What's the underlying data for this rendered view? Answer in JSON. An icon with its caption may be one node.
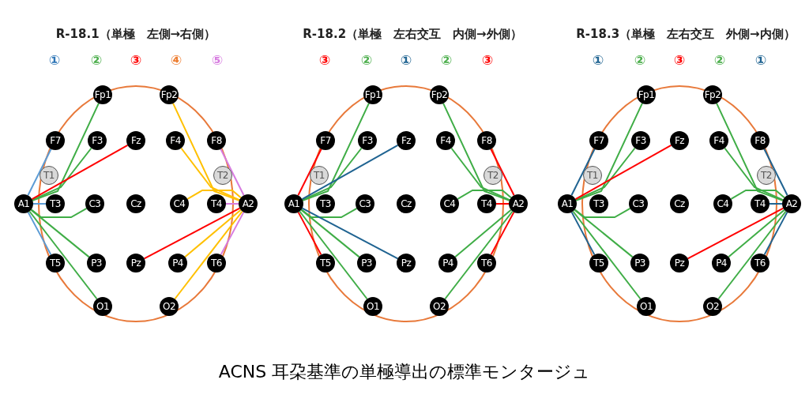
{
  "diagram": {
    "caption": "ACNS 耳朶基準の単極導出の標準モンタージュ",
    "nodes": [
      {
        "text": [
          "Fp1"
        ]
      },
      {
        "text": [
          "Fp2"
        ]
      },
      {
        "text": [
          "F7"
        ]
      },
      {
        "text": [
          "F3"
        ]
      },
      {
        "text": [
          "Fz"
        ]
      },
      {
        "text": [
          "F4"
        ]
      },
      {
        "text": [
          "F8"
        ]
      },
      {
        "text": [
          "T1"
        ]
      },
      {
        "text": [
          "T2"
        ]
      },
      {
        "text": [
          "A1"
        ]
      },
      {
        "text": [
          "T3"
        ]
      },
      {
        "text": [
          "C3"
        ]
      },
      {
        "text": [
          "Cz"
        ]
      },
      {
        "text": [
          "C4"
        ]
      },
      {
        "text": [
          "T4"
        ]
      },
      {
        "text": [
          "A2"
        ]
      },
      {
        "text": [
          "T5"
        ]
      },
      {
        "text": [
          "P3"
        ]
      },
      {
        "text": [
          "Pz"
        ]
      },
      {
        "text": [
          "P4"
        ]
      },
      {
        "text": [
          "T6"
        ]
      },
      {
        "text": [
          "O1"
        ]
      },
      {
        "text": [
          "O2"
        ]
      },
      {
        "text": [
          "Fp1"
        ]
      },
      {
        "text": [
          "Fp2"
        ]
      },
      {
        "text": [
          "F7"
        ]
      },
      {
        "text": [
          "F3"
        ]
      },
      {
        "text": [
          "Fz"
        ]
      },
      {
        "text": [
          "F4"
        ]
      },
      {
        "text": [
          "F8"
        ]
      },
      {
        "text": [
          "T1"
        ]
      },
      {
        "text": [
          "T2"
        ]
      },
      {
        "text": [
          "A1"
        ]
      },
      {
        "text": [
          "T3"
        ]
      },
      {
        "text": [
          "C3"
        ]
      },
      {
        "text": [
          "Cz"
        ]
      },
      {
        "text": [
          "C4"
        ]
      },
      {
        "text": [
          "T4"
        ]
      },
      {
        "text": [
          "A2"
        ]
      },
      {
        "text": [
          "T5"
        ]
      },
      {
        "text": [
          "P3"
        ]
      },
      {
        "text": [
          "Pz"
        ]
      },
      {
        "text": [
          "P4"
        ]
      },
      {
        "text": [
          "T6"
        ]
      },
      {
        "text": [
          "O1"
        ]
      },
      {
        "text": [
          "O2"
        ]
      },
      {
        "text": [
          "Fp1"
        ]
      },
      {
        "text": [
          "Fp2"
        ]
      },
      {
        "text": [
          "F7"
        ]
      },
      {
        "text": [
          "F3"
        ]
      },
      {
        "text": [
          "Fz"
        ]
      },
      {
        "text": [
          "F4"
        ]
      },
      {
        "text": [
          "F8"
        ]
      },
      {
        "text": [
          "T1"
        ]
      },
      {
        "text": [
          "T2"
        ]
      },
      {
        "text": [
          "A1"
        ]
      },
      {
        "text": [
          "T3"
        ]
      },
      {
        "text": [
          "C3"
        ]
      },
      {
        "text": [
          "Cz"
        ]
      },
      {
        "text": [
          "C4"
        ]
      },
      {
        "text": [
          "T4"
        ]
      },
      {
        "text": [
          "A2"
        ]
      },
      {
        "text": [
          "T5"
        ]
      },
      {
        "text": [
          "P3"
        ]
      },
      {
        "text": [
          "Pz"
        ]
      },
      {
        "text": [
          "P4"
        ]
      },
      {
        "text": [
          "T6"
        ]
      },
      {
        "text": [
          "O1"
        ]
      },
      {
        "text": [
          "O2"
        ]
      }
    ],
    "edges": [
      {
        "from": 2,
        "to": 9,
        "arrow": "none",
        "color": "#5b9bd5"
      },
      {
        "from": 16,
        "to": 9,
        "arrow": "none",
        "color": "#5b9bd5"
      },
      {
        "from": 10,
        "to": 9,
        "arrow": "none",
        "color": "#5b9bd5"
      },
      {
        "from": 0,
        "to": 9,
        "arrow": "none"
      },
      {
        "from": 3,
        "to": 9,
        "arrow": "none"
      },
      {
        "from": 11,
        "to": 9,
        "arrow": "none"
      },
      {
        "from": 17,
        "to": 9,
        "arrow": "none"
      },
      {
        "from": 21,
        "to": 9,
        "arrow": "none"
      },
      {
        "from": 4,
        "to": 9,
        "arrow": "none",
        "color": "#ff0000"
      },
      {
        "from": 18,
        "to": 15,
        "arrow": "none",
        "color": "#ff0000"
      },
      {
        "from": 1,
        "to": 15,
        "arrow": "none",
        "color": "#ffc000"
      },
      {
        "from": 5,
        "to": 15,
        "arrow": "none",
        "color": "#ffc000"
      },
      {
        "from": 13,
        "to": 15,
        "arrow": "none",
        "color": "#ffc000"
      },
      {
        "from": 19,
        "to": 15,
        "arrow": "none",
        "color": "#ffc000"
      },
      {
        "from": 22,
        "to": 15,
        "arrow": "none",
        "color": "#ffc000"
      },
      {
        "from": 6,
        "to": 15,
        "arrow": "none",
        "color": "#d77ce0"
      },
      {
        "from": 14,
        "to": 15,
        "arrow": "none",
        "color": "#d77ce0"
      },
      {
        "from": 20,
        "to": 15,
        "arrow": "none",
        "color": "#d77ce0"
      },
      {
        "from": 25,
        "to": 32,
        "arrow": "none",
        "color": "#ff0000"
      },
      {
        "from": 39,
        "to": 32,
        "arrow": "none",
        "color": "#ff0000"
      },
      {
        "from": 29,
        "to": 38,
        "arrow": "none",
        "color": "#ff0000"
      },
      {
        "from": 43,
        "to": 38,
        "arrow": "none",
        "color": "#ff0000"
      },
      {
        "from": 37,
        "to": 38,
        "arrow": "none",
        "color": "#ff0000"
      },
      {
        "from": 23,
        "to": 32,
        "arrow": "none"
      },
      {
        "from": 26,
        "to": 32,
        "arrow": "none"
      },
      {
        "from": 34,
        "to": 32,
        "arrow": "none"
      },
      {
        "from": 40,
        "to": 32,
        "arrow": "none"
      },
      {
        "from": 44,
        "to": 32,
        "arrow": "none"
      },
      {
        "from": 24,
        "to": 38,
        "arrow": "none"
      },
      {
        "from": 28,
        "to": 38,
        "arrow": "none"
      },
      {
        "from": 36,
        "to": 38,
        "arrow": "none"
      },
      {
        "from": 42,
        "to": 38,
        "arrow": "none"
      },
      {
        "from": 45,
        "to": 38,
        "arrow": "none"
      },
      {
        "from": 27,
        "to": 32,
        "arrow": "none",
        "color": "#1f6391"
      },
      {
        "from": 41,
        "to": 32,
        "arrow": "none",
        "color": "#1f6391"
      },
      {
        "from": 48,
        "to": 55,
        "arrow": "none",
        "color": "#1f6391"
      },
      {
        "from": 62,
        "to": 55,
        "arrow": "none",
        "color": "#1f6391"
      },
      {
        "from": 52,
        "to": 61,
        "arrow": "none",
        "color": "#1f6391"
      },
      {
        "from": 66,
        "to": 61,
        "arrow": "none",
        "color": "#1f6391"
      },
      {
        "from": 60,
        "to": 61,
        "arrow": "none",
        "color": "#1f6391"
      },
      {
        "from": 46,
        "to": 55,
        "arrow": "none"
      },
      {
        "from": 49,
        "to": 55,
        "arrow": "none"
      },
      {
        "from": 57,
        "to": 55,
        "arrow": "none"
      },
      {
        "from": 63,
        "to": 55,
        "arrow": "none"
      },
      {
        "from": 67,
        "to": 55,
        "arrow": "none"
      },
      {
        "from": 47,
        "to": 61,
        "arrow": "none"
      },
      {
        "from": 51,
        "to": 61,
        "arrow": "none"
      },
      {
        "from": 59,
        "to": 61,
        "arrow": "none"
      },
      {
        "from": 65,
        "to": 61,
        "arrow": "none"
      },
      {
        "from": 68,
        "to": 61,
        "arrow": "none"
      },
      {
        "from": 50,
        "to": 55,
        "arrow": "none",
        "color": "#ff0000"
      },
      {
        "from": 64,
        "to": 61,
        "arrow": "none",
        "color": "#ff0000"
      }
    ],
    "labels": [
      "R-18.1（単極　左側→右側）",
      "R-18.2（単極　左右交互　内側→外側）",
      "R-18.3（単極　左右交互　外側→内側）",
      "①",
      "②",
      "③",
      "④",
      "⑤",
      "③",
      "②",
      "①",
      "②",
      "③",
      "①",
      "②",
      "③",
      "②",
      "①"
    ]
  }
}
